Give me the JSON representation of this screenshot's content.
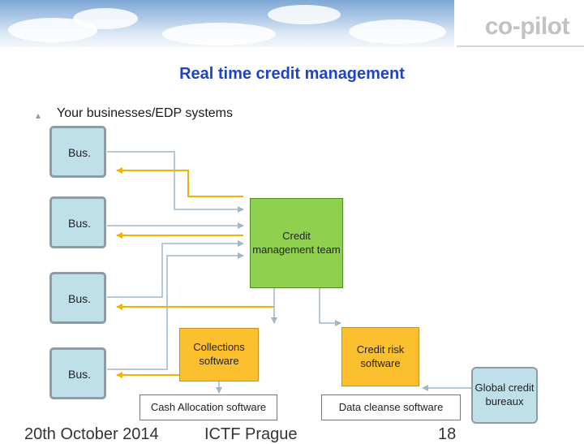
{
  "header": {
    "logo": "co-pilot"
  },
  "slide": {
    "title": "Real time credit management",
    "bullet": "Your businesses/EDP systems"
  },
  "diagram": {
    "bus_label": "Bus.",
    "credit_team": "Credit management team",
    "collections": "Collections software",
    "credit_risk": "Credit risk software",
    "cash_allocation": "Cash Allocation software",
    "data_cleanse": "Data cleanse software",
    "global_bureaux": "Global credit bureaux"
  },
  "footer": {
    "date": "20th October 2014",
    "event": "ICTF Prague",
    "page": "18"
  },
  "colors": {
    "title": "#1d44c4",
    "bus_fill": "#bfe0e8",
    "credit_team_fill": "#8fd14f",
    "software_fill": "#fcc02e",
    "outgoing_line": "#9fb6c8",
    "incoming_arrow": "#f0b400"
  }
}
